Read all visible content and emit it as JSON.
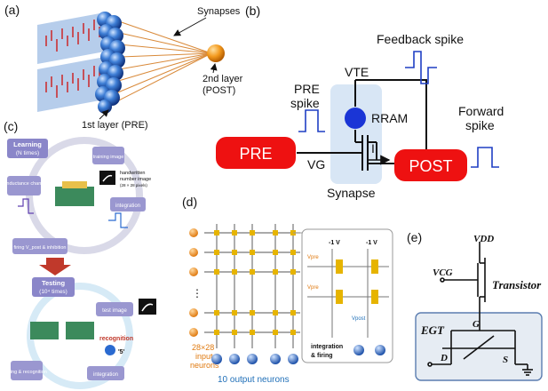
{
  "panel_a": {
    "label": "(a)",
    "synapses": "Synapses",
    "layer1": "1st layer (PRE)",
    "layer2_line1": "2nd layer",
    "layer2_line2": "(POST)"
  },
  "panel_b": {
    "label": "(b)",
    "feedback_spike": "Feedback spike",
    "pre_spike_line1": "PRE",
    "pre_spike_line2": "spike",
    "vte": "VTE",
    "rram": "RRAM",
    "forward_spike_line1": "Forward",
    "forward_spike_line2": "spike",
    "current": "I",
    "vg": "VG",
    "pre": "PRE",
    "post": "POST",
    "synapse": "Synapse",
    "colors": {
      "neuron": "#ee1111",
      "rram": "#1a35d6",
      "spike": "#1f3fc4",
      "synapse_box": "#d8e6f5"
    }
  },
  "panel_c": {
    "label": "(c)",
    "learning_line1": "Learning",
    "learning_line2": "(N times)",
    "step1": "training image",
    "handwritten_line1": "handwritten",
    "handwritten_line2": "number image",
    "handwritten_line3": "(28 × 28 pixels)",
    "step2": "integration",
    "step3": "firing V_post & inhibition",
    "step4": "conductance change",
    "testing_line1": "Testing",
    "testing_line2": "(10⁴ times)",
    "t_step1": "test image",
    "t_step2": "integration",
    "t_step3": "firing & recognition",
    "recognition": "recognition",
    "recognition_digit": "'5'"
  },
  "panel_d": {
    "label": "(d)",
    "input_neurons_line1": "28×28",
    "input_neurons_line2": "input",
    "input_neurons_line3": "neurons",
    "output_neurons": "10 output neurons",
    "neg_voltage": "-1 V",
    "integration_firing": "integration",
    "firing": "& firing",
    "vpre": "Vpre",
    "vpost": "Vpost"
  },
  "panel_e": {
    "label": "(e)",
    "vdd": "VDD",
    "vcg": "VCG",
    "transistor": "Transistor",
    "egt": "EGT",
    "g": "G",
    "d": "D",
    "s": "S"
  }
}
